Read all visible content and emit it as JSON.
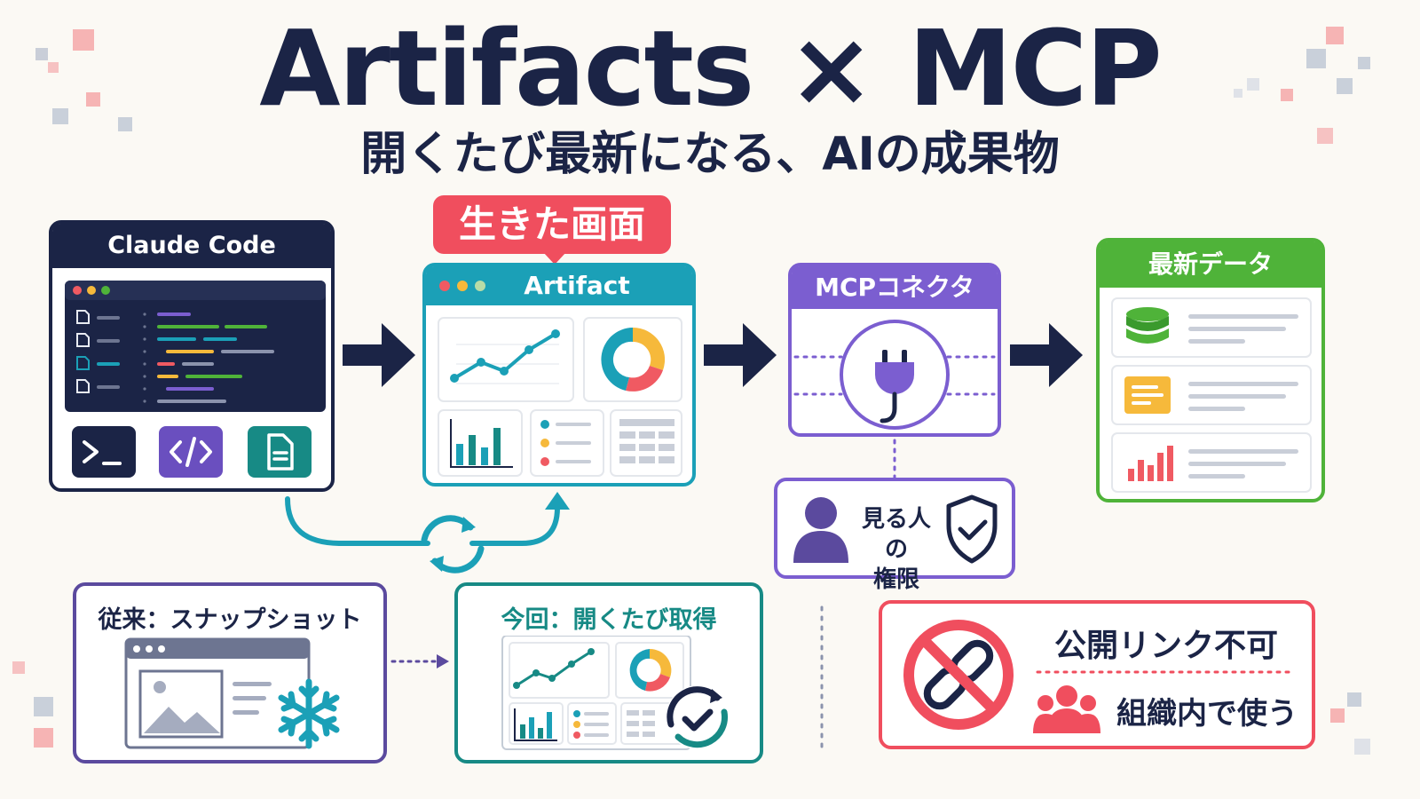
{
  "title": "Artifacts × MCP",
  "subtitle": "開くたび最新になる、AIの成果物",
  "claude_code": {
    "header": "Claude Code",
    "icons": [
      "terminal-icon",
      "code-icon",
      "document-icon"
    ]
  },
  "artifact": {
    "badge": "生きた画面",
    "header": "Artifact",
    "icons": [
      "line-chart-icon",
      "donut-chart-icon",
      "bar-chart-icon",
      "list-icon",
      "table-icon"
    ]
  },
  "mcp": {
    "header": "MCPコネクタ",
    "icon": "plug-icon"
  },
  "permission": {
    "label_line1": "見る人の",
    "label_line2": "権限",
    "icons": [
      "user-icon",
      "shield-check-icon"
    ]
  },
  "latest_data": {
    "header": "最新データ",
    "icons": [
      "database-icon",
      "text-block-icon",
      "bar-chart-icon"
    ]
  },
  "conventional": {
    "label": "従来：スナップショット",
    "icons": [
      "image-icon",
      "snowflake-icon"
    ]
  },
  "current": {
    "label": "今回：開くたび取得",
    "icons": [
      "line-chart-icon",
      "donut-chart-icon",
      "bar-chart-icon",
      "refresh-check-icon"
    ]
  },
  "restriction": {
    "line1": "公開リンク不可",
    "line2": "組織内で使う",
    "icons": [
      "no-link-icon",
      "group-icon"
    ]
  },
  "colors": {
    "navy": "#1b2446",
    "teal": "#1ba0b7",
    "purple": "#7b5ed0",
    "green": "#4fb339",
    "red": "#f04e5e"
  }
}
